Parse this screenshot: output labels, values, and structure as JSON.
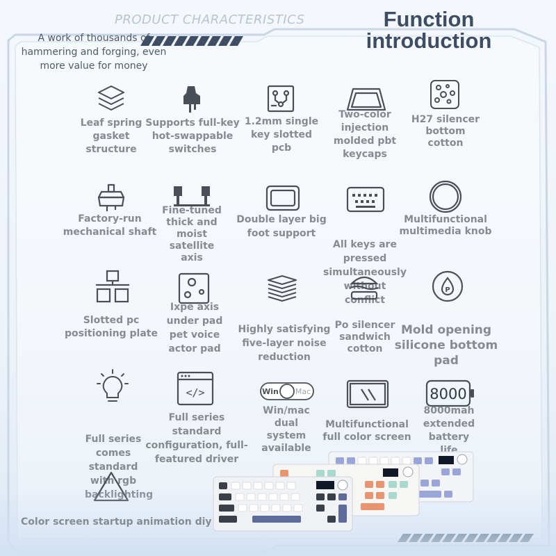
{
  "header": {
    "label": "PRODUCT CHARACTERISTICS",
    "title_line1": "Function",
    "title_line2": "introduction",
    "tagline": "A work of thousands of hammering and forging, even more value for money"
  },
  "features": {
    "leaf_spring": "Leaf spring gasket structure",
    "hot_swap": "Supports full-key hot-swappable switches",
    "pcb": "1.2mm single key slotted pcb",
    "keycaps": "Two-color injection molded pbt keycaps",
    "h27": "H27 silencer bottom cotton",
    "factory_shaft": "Factory-run mechanical shaft",
    "satellite": "Fine-tuned thick and moist satellite axis",
    "big_foot": "Double layer big foot support",
    "all_keys": "All keys are pressed simultaneously without conflict",
    "knob": "Multifunctional multimedia knob",
    "slotted_pc": "Slotted pc positioning plate",
    "ixpe": "Ixpe axis under pad pet voice actor pad",
    "five_layer": "Highly satisfying five-layer noise reduction",
    "po_silencer": "Po silencer sandwich cotton",
    "mold_opening": "Mold opening silicone bottom pad",
    "driver": "Full series standard configuration, full-featured driver",
    "winmac": "Win/mac dual system available",
    "screen": "Multifunctional full color screen",
    "battery": "8000mah extended battery life",
    "rgb": "Full series comes standard with rgb backlighting",
    "animation": "Color screen startup animation diy"
  },
  "icons": {
    "toggle_win": "Win",
    "toggle_mac": "Mac",
    "battery_value": "8000"
  },
  "colors": {
    "title": "#3d4d63",
    "label": "#868b92",
    "accent_stripe": "#3d4d63",
    "frame": "#c9d6e6"
  }
}
